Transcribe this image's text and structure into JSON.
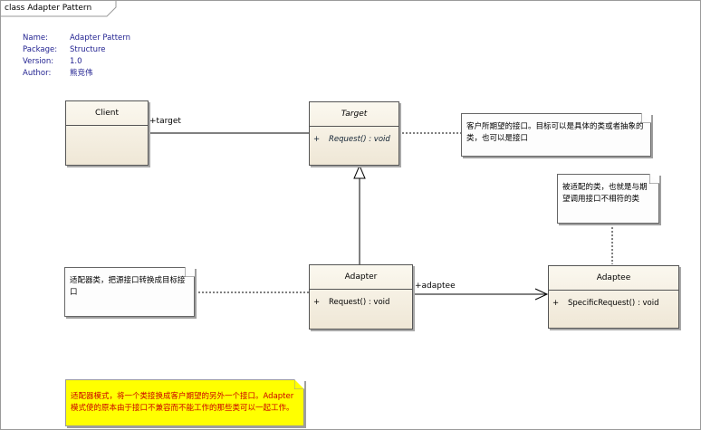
{
  "diagram": {
    "frame_title": "class Adapter Pattern",
    "meta": [
      {
        "key": "Name:",
        "value": "Adapter Pattern"
      },
      {
        "key": "Package:",
        "value": "Structure"
      },
      {
        "key": "Version:",
        "value": "1.0"
      },
      {
        "key": "Author:",
        "value": "熊竞伟"
      }
    ],
    "classes": {
      "client": {
        "name": "Client"
      },
      "target": {
        "name": "Target",
        "op_visibility": "+",
        "op": "Request() : void"
      },
      "adapter": {
        "name": "Adapter",
        "op_visibility": "+",
        "op": "Request() : void"
      },
      "adaptee": {
        "name": "Adaptee",
        "op_visibility": "+",
        "op": "SpecificRequest() : void"
      }
    },
    "roles": {
      "client_target": "+target",
      "adapter_adaptee": "+adaptee"
    },
    "notes": {
      "target_note": "客户所期望的接口。目标可以是具体的类或者抽象的类，也可以是接口",
      "adaptee_note": "被适配的类，也就是与期望调用接口不相符的类",
      "adapter_note": "适配器类，把源接口转换成目标接口",
      "summary_note": "适配器模式，将一个类接换成客户期望的另外一个接口。Adapter模式使的原本由于接口不兼容而不能工作的那些类可以一起工作。"
    }
  }
}
